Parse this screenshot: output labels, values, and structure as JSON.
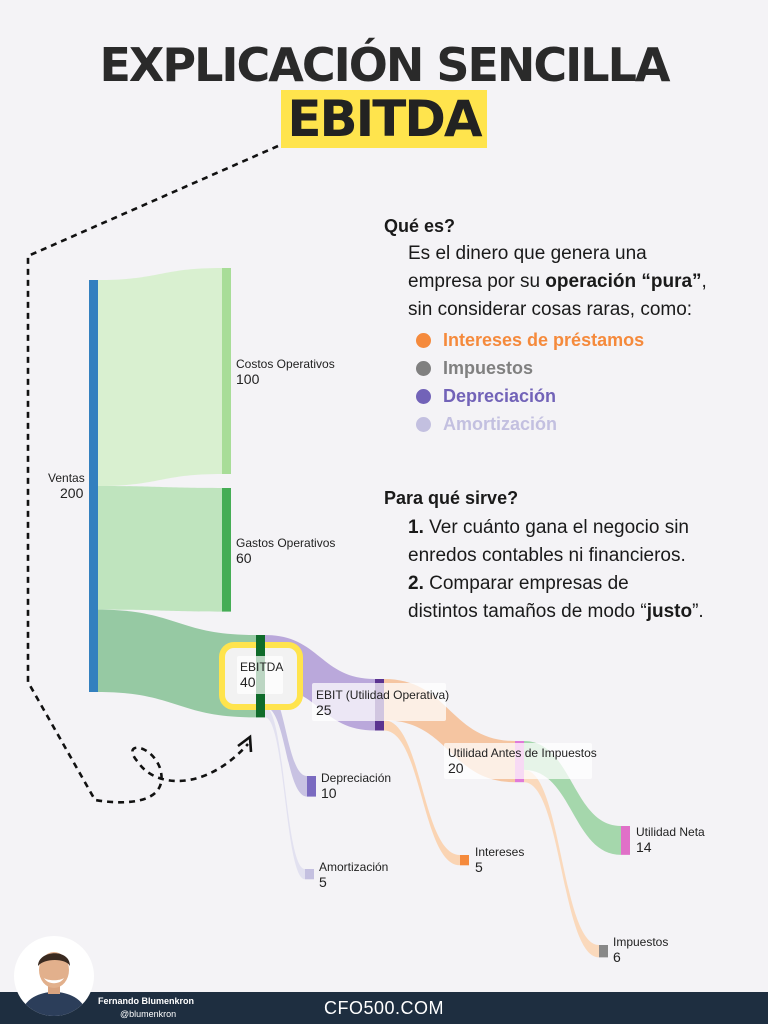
{
  "title": {
    "line1": "EXPLICACIÓN SENCILLA",
    "line2": "EBITDA"
  },
  "que_es": {
    "heading": "Qué es?",
    "line1": "Es el dinero que genera una",
    "line2_pre": "empresa por su ",
    "line2_bold": "operación “pura”",
    "line2_post": ",",
    "line3": "sin considerar cosas raras, como:",
    "items": [
      {
        "label": "Intereses de préstamos",
        "color": "#f58a3c"
      },
      {
        "label": "Impuestos",
        "color": "#808080"
      },
      {
        "label": "Depreciación",
        "color": "#7263b8"
      },
      {
        "label": "Amortización",
        "color": "#c3c0e0"
      }
    ]
  },
  "para_que": {
    "heading": "Para qué sirve?",
    "item1_num": "1.",
    "item1_line1": "Ver cuánto gana el negocio sin",
    "item1_line2": "enredos contables ni financieros.",
    "item2_num": "2.",
    "item2_line1": "Comparar empresas de",
    "item2_line2_pre": "distintos tamaños de modo “",
    "item2_line2_bold": "justo",
    "item2_line2_post": "”."
  },
  "chart_data": {
    "type": "sankey",
    "nodes": [
      {
        "id": "ventas",
        "name": "Ventas",
        "value": 200,
        "color": "#3380bf"
      },
      {
        "id": "costos",
        "name": "Costos Operativos",
        "value": 100,
        "color": "#a8dd98"
      },
      {
        "id": "gastos",
        "name": "Gastos Operativos",
        "value": 60,
        "color": "#45ad55"
      },
      {
        "id": "ebitda",
        "name": "EBITDA",
        "value": 40,
        "color": "#0f6b2a"
      },
      {
        "id": "ebit",
        "name": "EBIT (Utilidad Operativa)",
        "value": 25,
        "color": "#5a3390"
      },
      {
        "id": "depreciacion",
        "name": "Depreciación",
        "value": 10,
        "color": "#7a6ac0"
      },
      {
        "id": "amortizacion",
        "name": "Amortización",
        "value": 5,
        "color": "#c4c0e0"
      },
      {
        "id": "uai",
        "name": "Utilidad Antes de Impuestos",
        "value": 20,
        "color": "#e07ad8"
      },
      {
        "id": "intereses",
        "name": "Intereses",
        "value": 5,
        "color": "#f58a3c"
      },
      {
        "id": "utilidad_neta",
        "name": "Utilidad Neta",
        "value": 14,
        "color": "#e070c8"
      },
      {
        "id": "impuestos",
        "name": "Impuestos",
        "value": 6,
        "color": "#888888"
      }
    ],
    "links": [
      {
        "source": "ventas",
        "target": "costos",
        "value": 100,
        "color": "#d6f0cc"
      },
      {
        "source": "ventas",
        "target": "gastos",
        "value": 60,
        "color": "#b9e2b8"
      },
      {
        "source": "ventas",
        "target": "ebitda",
        "value": 40,
        "color": "#8cc49a"
      },
      {
        "source": "ebitda",
        "target": "ebit",
        "value": 25,
        "color": "#b4a0d8"
      },
      {
        "source": "ebitda",
        "target": "depreciacion",
        "value": 10,
        "color": "#c3bce0"
      },
      {
        "source": "ebitda",
        "target": "amortizacion",
        "value": 5,
        "color": "#e0dff0"
      },
      {
        "source": "ebit",
        "target": "uai",
        "value": 20,
        "color": "#f5c098"
      },
      {
        "source": "ebit",
        "target": "intereses",
        "value": 5,
        "color": "#fbd0ac"
      },
      {
        "source": "uai",
        "target": "utilidad_neta",
        "value": 14,
        "color": "#9cd4a4"
      },
      {
        "source": "uai",
        "target": "impuestos",
        "value": 6,
        "color": "#fbd6b6"
      }
    ],
    "highlight_node": "ebitda",
    "highlight_color": "#ffe44d"
  },
  "footer": {
    "author_name": "Fernando Blumenkron",
    "author_handle": "@blumenkron",
    "brand": "CFO500.COM"
  }
}
